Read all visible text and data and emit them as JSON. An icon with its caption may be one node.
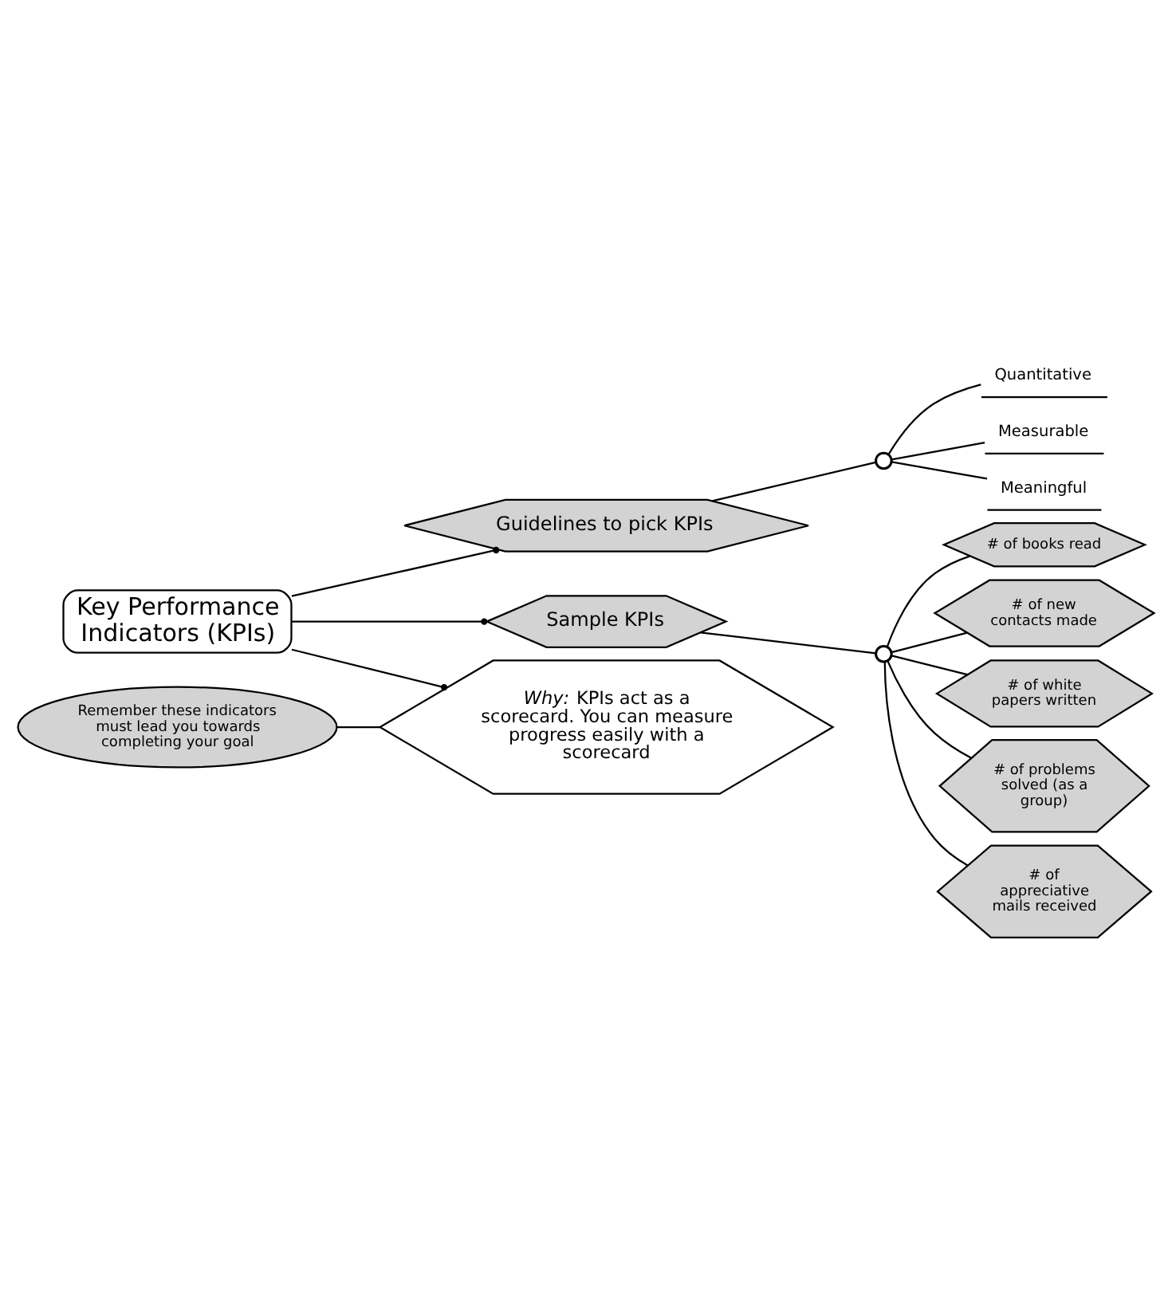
{
  "diagram": {
    "nodes": [
      {
        "text": [
          "Key Performance Indicators (KPIs)"
        ]
      },
      {
        "text": [
          "Guidelines to pick KPIs"
        ]
      },
      {
        "text": [],
        "shape": "circle"
      },
      {
        "text": [
          "Quantitative"
        ]
      },
      {
        "text": [
          "Measurable"
        ]
      },
      {
        "text": [
          "Meaningful"
        ]
      },
      {
        "text": [
          "Sample KPIs"
        ]
      },
      {
        "text": [],
        "shape": "circle"
      },
      {
        "text": [
          "# of books read"
        ]
      },
      {
        "text": [
          "# of new contacts made"
        ]
      },
      {
        "text": [
          "# of white papers written"
        ]
      },
      {
        "text": [
          "# of problems solved (as a group)"
        ]
      },
      {
        "text": [
          "# of appreciative mails received"
        ]
      },
      {
        "text": [
          "Remember these indicators must lead you towards completing your goal"
        ]
      },
      {
        "text": [
          "*Why:* KPIs act as a scorecard. You can measure progress easily with a scorecard"
        ]
      }
    ],
    "edges": [
      {
        "from": 0,
        "to": 1,
        "arrow": "other"
      },
      {
        "from": 1,
        "to": 2,
        "arrow": "none"
      },
      {
        "from": 2,
        "to": 3,
        "arrow": "none"
      },
      {
        "from": 2,
        "to": 4,
        "arrow": "none"
      },
      {
        "from": 2,
        "to": 5,
        "arrow": "none"
      },
      {
        "from": 0,
        "to": 6,
        "arrow": "other"
      },
      {
        "from": 6,
        "to": 7,
        "arrow": "none"
      },
      {
        "from": 7,
        "to": 8,
        "arrow": "none"
      },
      {
        "from": 7,
        "to": 9,
        "arrow": "none"
      },
      {
        "from": 7,
        "to": 10,
        "arrow": "none"
      },
      {
        "from": 7,
        "to": 11,
        "arrow": "none"
      },
      {
        "from": 7,
        "to": 12,
        "arrow": "none"
      },
      {
        "from": 13,
        "to": 14,
        "arrow": "none"
      },
      {
        "from": 0,
        "to": 14,
        "arrow": "other"
      }
    ]
  }
}
